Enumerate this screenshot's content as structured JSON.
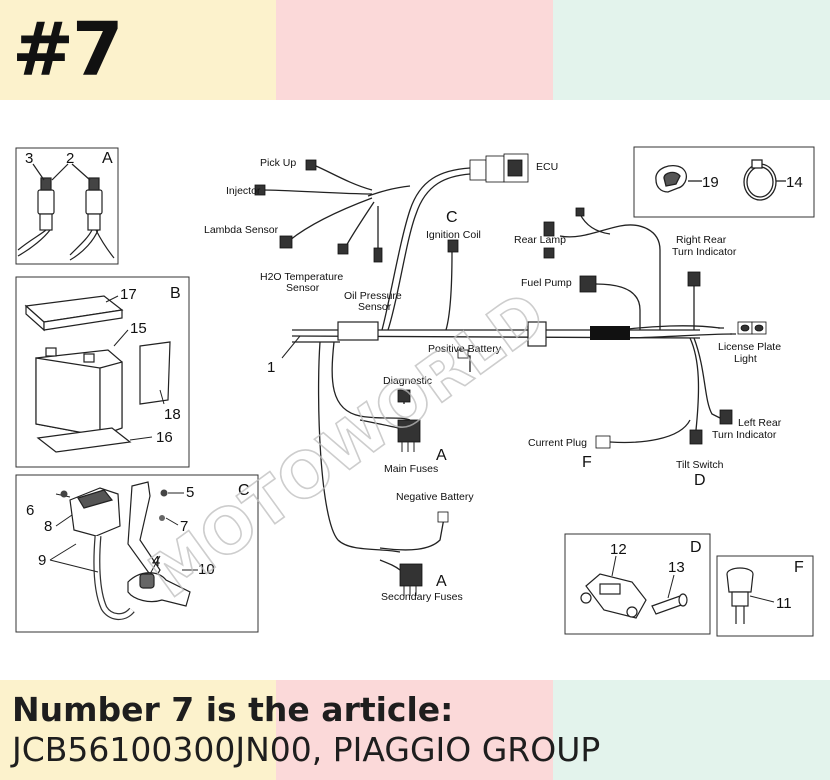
{
  "header": {
    "title": "#7",
    "band_colors": [
      "#fcf2cc",
      "#fbd9d9",
      "#e3f3ec"
    ]
  },
  "footer": {
    "line1": "Number 7 is the article:",
    "line2": "JCB56100300JN00, PIAGGIO GROUP"
  },
  "watermark": "MOTOWORLD",
  "diagram": {
    "callouts": {
      "n1": "1",
      "n2": "2",
      "n3": "3",
      "n4": "4",
      "n5": "5",
      "n6": "6",
      "n7": "7",
      "n8": "8",
      "n9": "9",
      "n10": "10",
      "n11": "11",
      "n12": "12",
      "n13": "13",
      "n14": "14",
      "n15": "15",
      "n16": "16",
      "n17": "17",
      "n18": "18",
      "n19": "19"
    },
    "panel_letters": {
      "A": "A",
      "B": "B",
      "C": "C",
      "D": "D",
      "F": "F"
    },
    "labels": {
      "pick_up": "Pick Up",
      "injector": "Injector",
      "lambda": "Lambda Sensor",
      "h2o_1": "H2O Temperature",
      "h2o_2": "Sensor",
      "oil_1": "Oil Pressure",
      "oil_2": "Sensor",
      "ecu": "ECU",
      "ignition_coil": "Ignition Coil",
      "ignition_letter": "C",
      "rear_lamp": "Rear Lamp",
      "right_rear_1": "Right Rear",
      "right_rear_2": "Turn Indicator",
      "fuel_pump": "Fuel Pump",
      "license_1": "License Plate",
      "license_2": "Light",
      "positive_battery": "Positive Battery",
      "diagnostic": "Diagnostic",
      "main_fuses": "Main Fuses",
      "main_fuses_letter": "A",
      "current_plug": "Current Plug",
      "current_plug_letter": "F",
      "left_rear_1": "Left Rear",
      "left_rear_2": "Turn Indicator",
      "tilt_switch": "Tilt Switch",
      "tilt_letter": "D",
      "negative_battery": "Negative Battery",
      "secondary_fuses": "Secondary Fuses",
      "secondary_letter": "A"
    }
  }
}
